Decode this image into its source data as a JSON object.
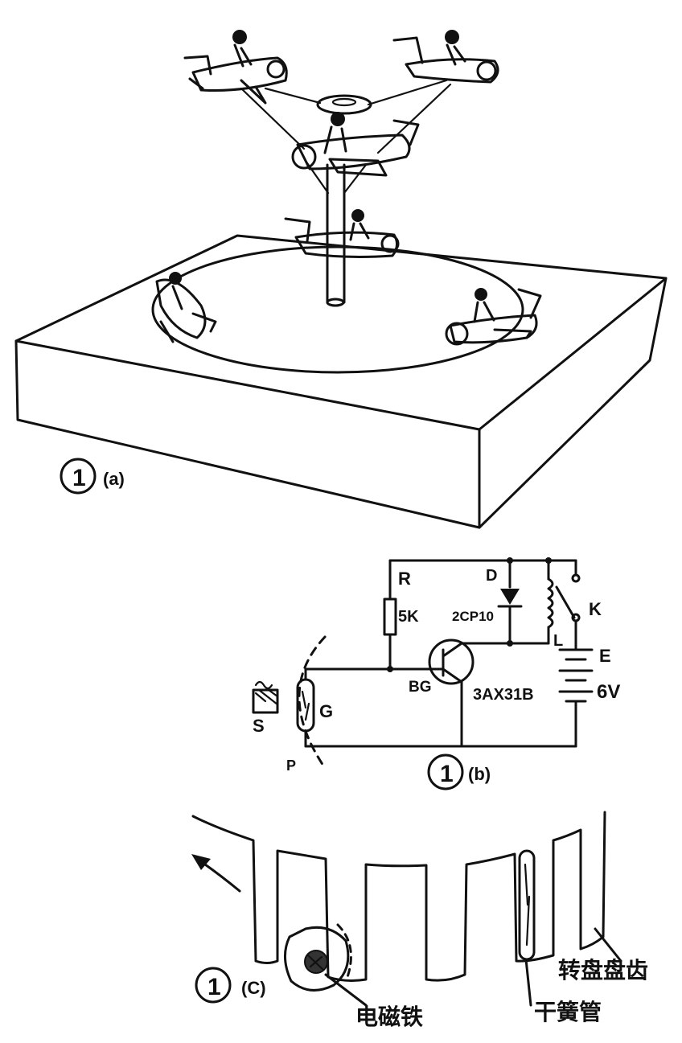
{
  "figure_a": {
    "number": "1",
    "sub": "(a)"
  },
  "figure_b": {
    "number": "1",
    "sub": "(b)",
    "labels": {
      "R": "R",
      "R_value": "5K",
      "D": "D",
      "D_value": "2CP10",
      "K": "K",
      "L": "L",
      "E": "E",
      "E_value": "6V",
      "BG": "BG",
      "BG_value": "3AX31B",
      "G": "G",
      "S": "S",
      "P": "P"
    }
  },
  "figure_c": {
    "number": "1",
    "sub": "(C)",
    "labels": {
      "gear": "转盘盘齿",
      "electromagnet": "电磁铁",
      "reed": "干簧管"
    }
  },
  "colors": {
    "ink": "#111111",
    "paper": "#ffffff"
  }
}
